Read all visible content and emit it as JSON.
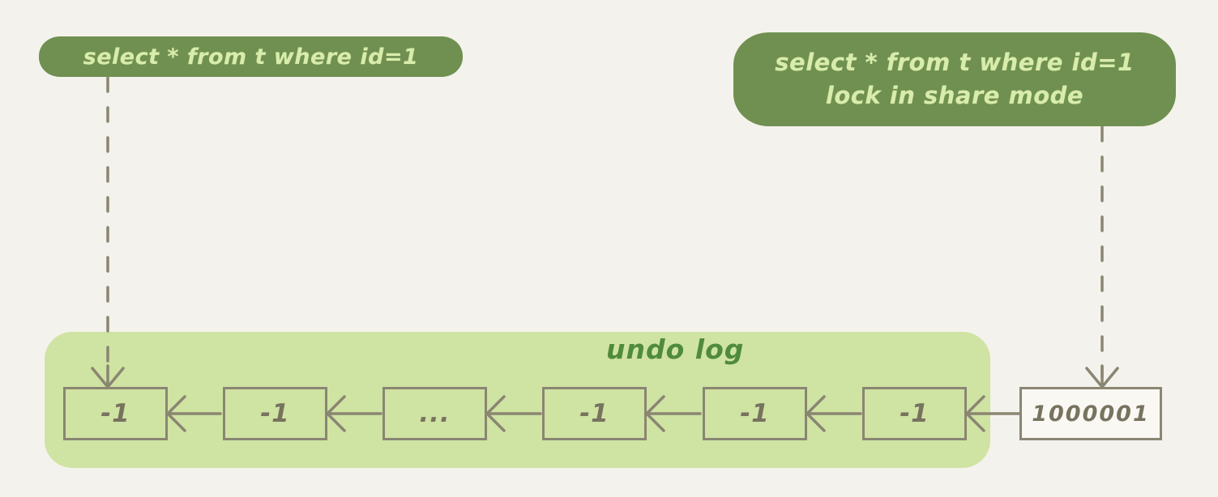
{
  "diagram": {
    "title": "undo log version chain",
    "background_color": "#f4f2ec",
    "band_color": "#cfe3a3",
    "pill_color": "#6f9050",
    "pill_text_color": "#d8ecab",
    "stroke_color": "#8a8672",
    "label_color": "#4f8b3b"
  },
  "queries": {
    "left": {
      "lines": [
        "select * from t where id=1"
      ]
    },
    "right": {
      "lines": [
        "select * from t where id=1",
        "lock in share mode"
      ]
    }
  },
  "band": {
    "label": "undo log"
  },
  "nodes": [
    {
      "value": "-1",
      "inside_band": true
    },
    {
      "value": "-1",
      "inside_band": true
    },
    {
      "value": "...",
      "inside_band": true
    },
    {
      "value": "-1",
      "inside_band": true
    },
    {
      "value": "-1",
      "inside_band": true
    },
    {
      "value": "-1",
      "inside_band": true
    },
    {
      "value": "1000001",
      "inside_band": false
    }
  ],
  "connectors": {
    "direction": "right-to-left",
    "count": 6
  },
  "pointers": {
    "left_query_target_node_index": 0,
    "right_query_target_node_index": 6
  }
}
